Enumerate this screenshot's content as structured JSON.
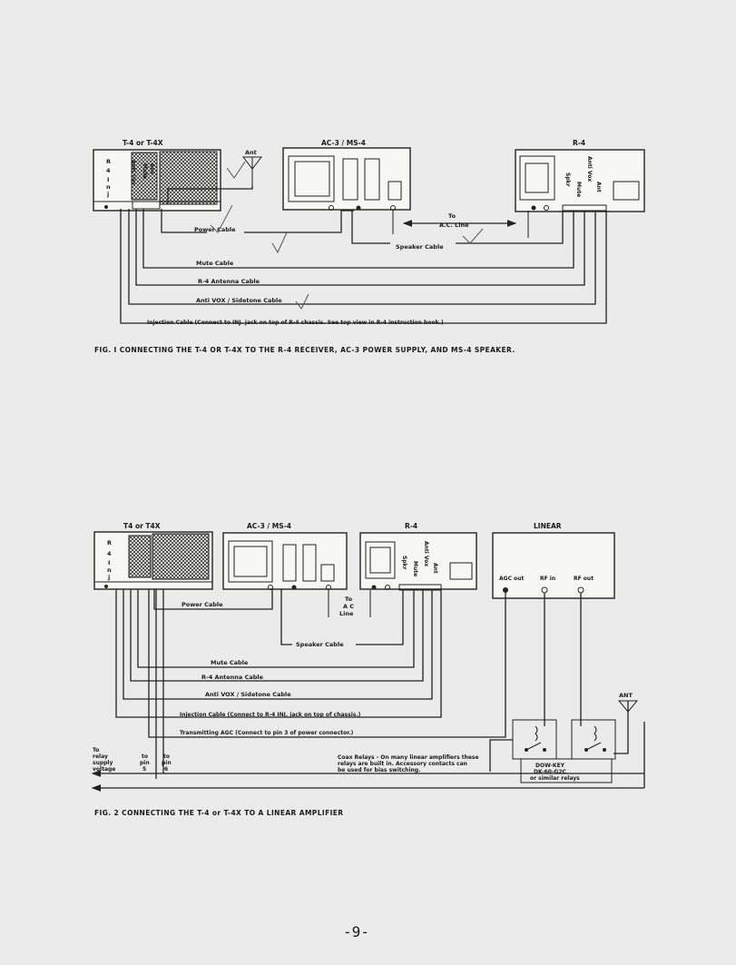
{
  "fig1": {
    "t4_title": "T-4  or  T-4X",
    "t4_labels": [
      "R",
      "4",
      "I",
      "n",
      "j"
    ],
    "t4_cols": [
      "Anti Vox",
      "Mute",
      "Ant"
    ],
    "ant_label": "Ant",
    "ac_title": "AC-3 / MS-4",
    "r4_title": "R-4",
    "r4_cols": [
      "Spkr",
      "Mute",
      "Anti Vox",
      "Ant"
    ],
    "ac_line_to": "To",
    "ac_line": "A.C. Line",
    "cables": {
      "power": "Power  Cable",
      "speaker": "Speaker  Cable",
      "mute": "Mute  Cable",
      "antenna": "R-4   Antenna  Cable",
      "antivox": "Anti  VOX / Sidetone  Cable",
      "injection": "Injection  Cable (Connect to INJ. jack on top of  R-4 chassis. See top view in R-4 instruction book.)"
    },
    "caption": "FIG. I    CONNECTING  THE  T-4 OR T-4X  TO  THE  R-4 RECEIVER, AC-3 POWER SUPPLY, AND MS-4 SPEAKER."
  },
  "fig2": {
    "t4_title": "T4 or T4X",
    "ac_title": "AC-3 / MS-4",
    "r4_title": "R-4",
    "linear_title": "LINEAR",
    "agc_out": "AGC out",
    "rf_in": "RF in",
    "rf_out": "RF out",
    "ac_line_to": "To",
    "ac_line_ac": "A C",
    "ac_line": "Line",
    "ant": "ANT",
    "cables": {
      "power": "Power  Cable",
      "speaker": "Speaker  Cable",
      "mute": "Mute  Cable",
      "antenna": "R-4   Antenna  Cable",
      "antivox": "Anti  VOX / Sidetone  Cable",
      "injection": "Injection Cable (Connect to R-4 INJ. jack on top of chassis.)",
      "agc": "Transmitting AGC (Connect to pin 3 of power connector.)"
    },
    "relay_supply": [
      "To",
      "relay",
      "supply",
      "voltage"
    ],
    "to_pin5": [
      "to",
      "pin",
      "5"
    ],
    "to_pin6": [
      "to",
      "pin",
      "6"
    ],
    "coax_note": [
      "Coax Relays - On many linear amplifiers these",
      "relays are built in. Accessory contacts can",
      "be used for bias switching."
    ],
    "dowkey": [
      "DOW-KEY",
      "DK-60-G2C",
      "or similar relays"
    ],
    "caption": "FIG. 2   CONNECTING   THE  T-4 or T-4X  TO  A  LINEAR  AMPLIFIER"
  },
  "page_number": "-9-"
}
